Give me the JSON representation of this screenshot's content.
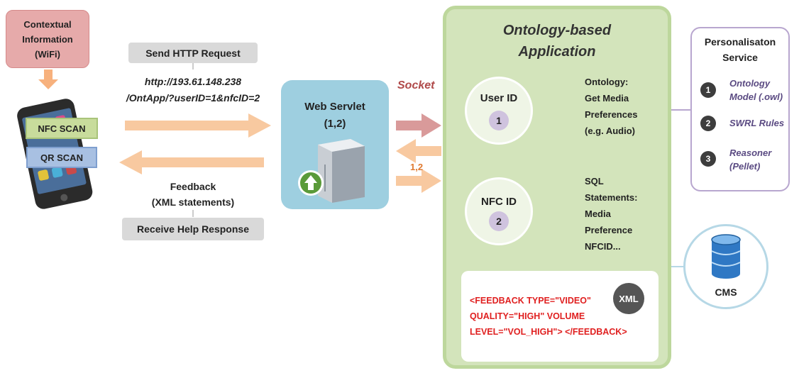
{
  "context": {
    "line1": "Contextual",
    "line2": "Information",
    "line3": "(WiFi)"
  },
  "phone": {
    "nfc_scan": "NFC SCAN",
    "qr_scan": "QR SCAN"
  },
  "request": {
    "label": "Send HTTP Request",
    "url_line1": "http://193.61.148.238",
    "url_line2": "/OntApp/?userID=1&nfcID=2"
  },
  "response": {
    "feedback_line1": "Feedback",
    "feedback_line2": "(XML statements)",
    "label": "Receive Help Response"
  },
  "servlet": {
    "title": "Web Servlet",
    "sub": "(1,2)"
  },
  "socket": {
    "label": "Socket",
    "return_label": "1,2"
  },
  "app": {
    "title_line1": "Ontology-based",
    "title_line2": "Application",
    "user_node": {
      "label": "User ID",
      "num": "1",
      "desc": [
        "Ontology:",
        "Get Media",
        "Preferences",
        "(e.g. Audio)"
      ]
    },
    "nfc_node": {
      "label": "NFC ID",
      "num": "2",
      "desc": [
        "SQL",
        "Statements:",
        "Media",
        "Preference",
        "NFCID..."
      ]
    },
    "xml": {
      "badge": "XML",
      "lines": [
        "<FEEDBACK TYPE=\"VIDEO\"",
        "QUALITY=\"HIGH\" VOLUME",
        "LEVEL=\"VOL_HIGH\"> </FEEDBACK>"
      ]
    }
  },
  "personalisation": {
    "title_line1": "Personalisaton",
    "title_line2": "Service",
    "items": [
      {
        "num": "1",
        "line1": "Ontology",
        "line2": "Model (.owl)"
      },
      {
        "num": "2",
        "line1": "SWRL Rules",
        "line2": ""
      },
      {
        "num": "3",
        "line1": "Reasoner",
        "line2": "(Pellet)"
      }
    ]
  },
  "cms": {
    "label": "CMS"
  },
  "colors": {
    "arrow_orange": "#f8c9a0",
    "arrow_socket": "#d99a9a",
    "context_fill": "#e6aaaa",
    "servlet_fill": "#9ecfe0",
    "app_fill": "#d3e4bb",
    "xml_text": "#e02020",
    "pers_text": "#5a4a82"
  },
  "icons": {
    "phone": "smartphone-icon",
    "server": "server-icon",
    "upload": "upload-arrow-icon",
    "database": "database-icon"
  }
}
